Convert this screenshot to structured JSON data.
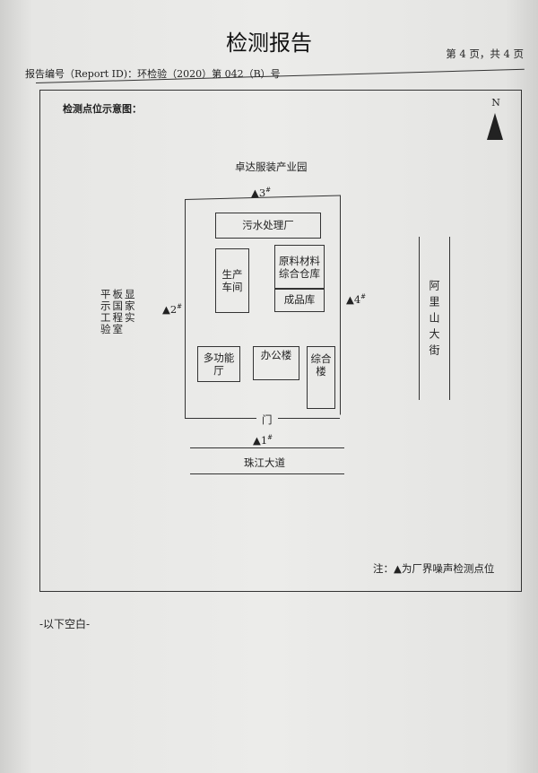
{
  "header": {
    "title": "检测报告",
    "page_info": "第 4 页，共 4 页",
    "report_id": "报告编号（Report ID)：环检验（2020）第 042（B）号"
  },
  "diagram": {
    "caption": "检测点位示意图：",
    "north": "N",
    "north_label": "卓达服装产业园",
    "west_label": "平板显示国家工程实验室",
    "east_road": "阿里山大街",
    "south_road": "珠江大道",
    "gate": "门",
    "buildings": {
      "sewage": "污水处理厂",
      "workshop": "生产车间",
      "raw_storage": "原料材料综合仓库",
      "product_storage": "成品库",
      "hall": "多功能厅",
      "office": "办公楼",
      "complex": "综合楼"
    },
    "points": [
      {
        "label": "▲1",
        "sup": "#"
      },
      {
        "label": "▲2",
        "sup": "#"
      },
      {
        "label": "▲3",
        "sup": "#"
      },
      {
        "label": "▲4",
        "sup": "#"
      }
    ],
    "note": "注：▲为厂界噪声检测点位"
  },
  "footer": "-以下空白-"
}
